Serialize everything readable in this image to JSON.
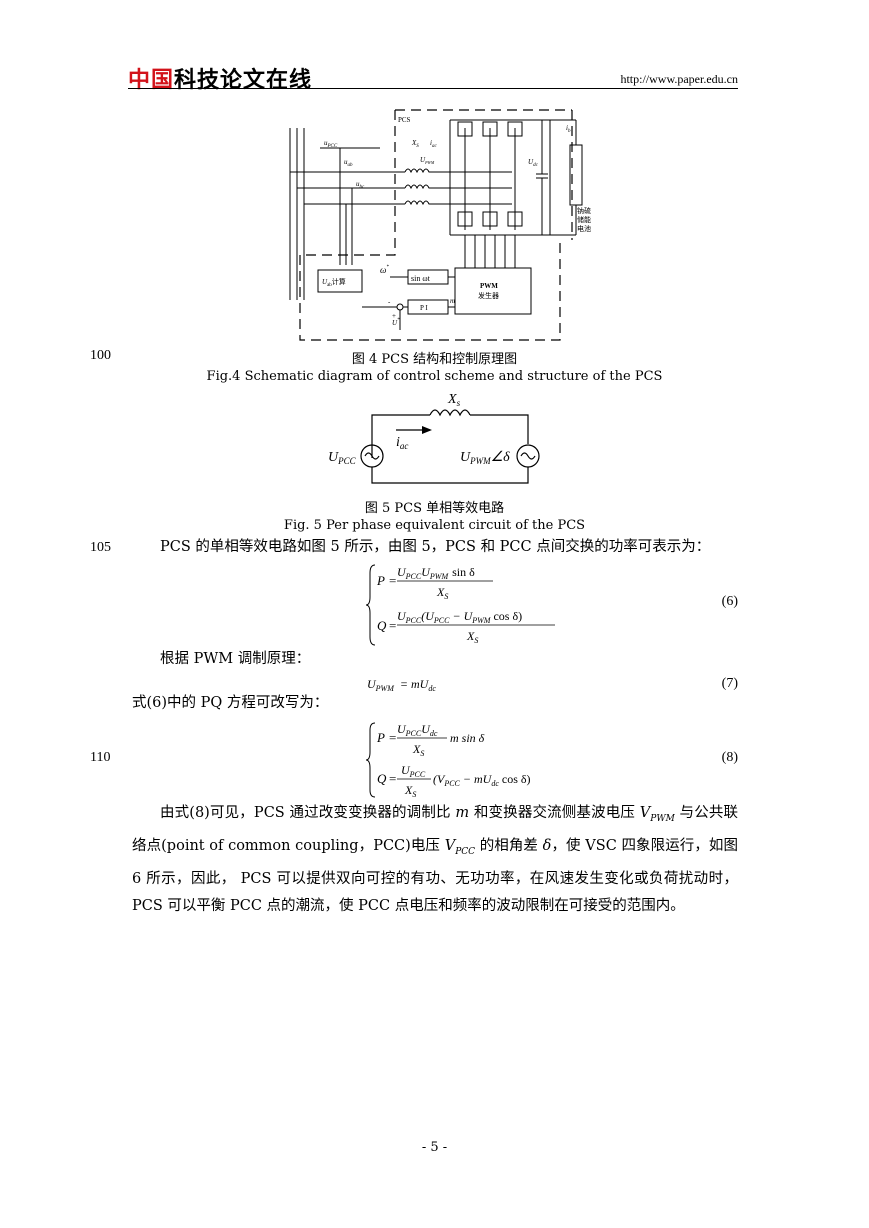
{
  "header": {
    "logo_red": "中国",
    "logo_black": "科技论文在线",
    "url": "http://www.paper.edu.cn"
  },
  "fig4": {
    "labels": {
      "pcs": "PCS",
      "upcc": "u",
      "upcc_sub": "PCC",
      "uab": "u",
      "uab_sub": "ab",
      "ubc": "u",
      "ubc_sub": "bc",
      "xs": "X",
      "xs_sub": "S",
      "iac": "i",
      "iac_sub": "ac",
      "upwm": "U",
      "upwm_sub": "PWM",
      "udc": "U",
      "udc_sub": "dc",
      "ib": "i",
      "ib_sub": "b",
      "battery": [
        "钠硫",
        "储能",
        "电池"
      ],
      "ucalc": "U",
      "ucalc_sub": "ab",
      "ucalc_text": "计算",
      "omega": "ω",
      "omega_sup": "*",
      "sin": "sin ωt",
      "pwm1": "PWM",
      "pwm2": "发生器",
      "pi": "P I",
      "m": "m",
      "uref": "U",
      "uref_sup": "*",
      "minus": "-",
      "plus": "+"
    },
    "caption_cn": "图 4    PCS 结构和控制原理图",
    "caption_en": "Fig.4 Schematic diagram of control scheme and structure of the PCS"
  },
  "fig5": {
    "xs": "X",
    "xs_sub": "s",
    "iac": "i",
    "iac_sub": "ac",
    "upcc": "U",
    "upcc_sub": "PCC",
    "upwm": "U",
    "upwm_sub": "PWM",
    "angle": "∠δ",
    "caption_cn": "图 5    PCS 单相等效电路",
    "caption_en": "Fig. 5 Per phase equivalent circuit of the PCS"
  },
  "line_numbers": {
    "l100": "100",
    "l105": "105",
    "l110": "110"
  },
  "paragraphs": {
    "p1": "PCS 的单相等效电路如图 5 所示，由图 5，PCS 和 PCC 点间交换的功率可表示为：",
    "p2": "根据 PWM 调制原理：",
    "p3": "式(6)中的 PQ 方程可改写为：",
    "p4a": "由式(8)可见，PCS 通过改变变换器的调制比 ",
    "p4m": "m",
    "p4b": " 和变换器交流侧基波电压 ",
    "p4v": "V",
    "p4vs": "PWM",
    "p4c": " 与公共联络点(point of common coupling，PCC)电压 ",
    "p4v2": "V",
    "p4v2s": "PCC",
    "p4d": " 的相角差 ",
    "p4delta": "δ",
    "p4e": "，使 VSC 四象限运行，如图 6 所示，因此， PCS 可以提供双向可控的有功、无功功率，在风速发生变化或负荷扰动时，PCS 可以平衡 PCC 点的潮流，使 PCC 点电压和频率的波动限制在可接受的范围内。"
  },
  "equations": {
    "eq6": {
      "number": "(6)",
      "P": "P",
      "Q": "Q",
      "eq": "=",
      "p_num_a": "U",
      "p_num_as": "PCC",
      "p_num_b": "U",
      "p_num_bs": "PWM",
      "p_num_c": "sin δ",
      "den": "X",
      "den_s": "S",
      "q_num_a": "U",
      "q_num_as": "PCC",
      "q_num_b": "(U",
      "q_num_bs": "PCC",
      "q_num_c": "− U",
      "q_num_cs": "PWM",
      "q_num_d": "cos δ)"
    },
    "eq7": {
      "number": "(7)",
      "lhs": "U",
      "lhs_s": "PWM",
      "rhs": "= mU",
      "rhs_s": "dc"
    },
    "eq8": {
      "number": "(8)",
      "P": "P",
      "Q": "Q",
      "eq": "=",
      "p_num_a": "U",
      "p_num_as": "PCC",
      "p_num_b": "U",
      "p_num_bs": "dc",
      "p_tail": "m sin δ",
      "den": "X",
      "den_s": "S",
      "q_num_a": "U",
      "q_num_as": "PCC",
      "q_tail_a": "(V",
      "q_tail_as": "PCC",
      "q_tail_b": "− mU",
      "q_tail_bs": "dc",
      "q_tail_c": "cos δ)"
    }
  },
  "page_number": "- 5 -"
}
